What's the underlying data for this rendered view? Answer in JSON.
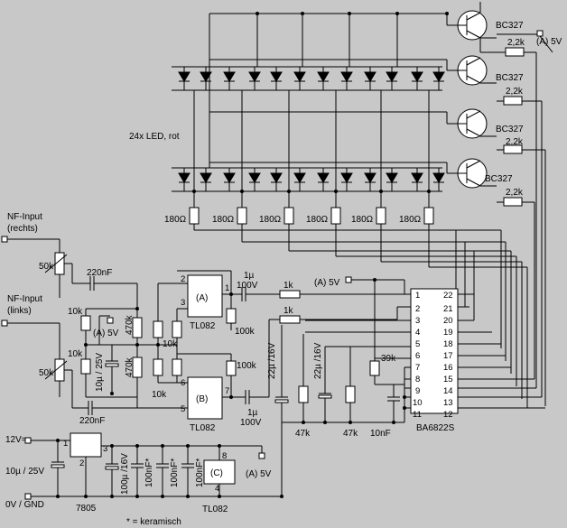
{
  "labels": {
    "bc327": "BC327",
    "r_2k2": "2,2k",
    "supply_5v": "(A) 5V",
    "led_note": "24x LED, rot",
    "r_180": "180Ω",
    "nf_right_1": "NF-Input",
    "nf_right_2": "(rechts)",
    "nf_left_1": "NF-Input",
    "nf_left_2": "(links)",
    "pot_50k": "50k",
    "cap_220nF": "220nF",
    "r_10k": "10k",
    "r_470k": "470k",
    "cap_10u25": "10µ / 25V",
    "cap_1u100": "1µ",
    "v_100v": "100V",
    "r_100k": "100k",
    "r_1k": "1k",
    "opamp_a": "(A)",
    "opamp_b": "(B)",
    "opamp_c": "(C)",
    "tl082": "TL082",
    "cap_22u16": "22µ /16V",
    "r_47k": "47k",
    "r_39k": "39k",
    "cap_10nF": "10nF",
    "ic_ba": "BA6822S",
    "v12": "12V=",
    "gnd": "0V / GND",
    "reg": "7805",
    "cap_100u16": "100µ /16V",
    "cap_100nF": "100nF*",
    "note": "* = keramisch"
  }
}
